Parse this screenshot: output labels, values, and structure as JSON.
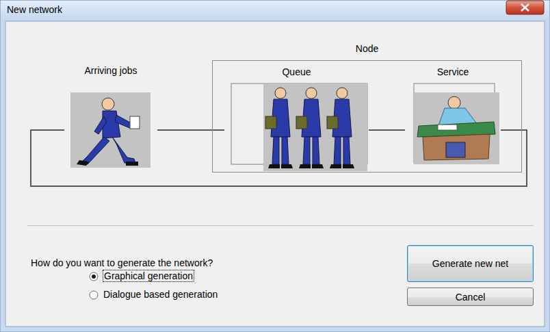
{
  "diagram": {
    "title": "New network",
    "nodes": [
      {
        "text": [
          "Arriving jobs"
        ]
      },
      {
        "text": [
          "Node"
        ]
      },
      {
        "text": [
          "Queue"
        ],
        "in": 1
      },
      {
        "text": [
          "Service"
        ],
        "in": 1
      },
      {
        "text": [
          "Generate new net"
        ]
      },
      {
        "text": [
          "Cancel"
        ]
      }
    ],
    "edges": [
      {
        "from": 0,
        "to": 2,
        "arrow": "none"
      },
      {
        "from": 2,
        "to": 3,
        "arrow": "none"
      },
      {
        "from": 3,
        "to": 0,
        "arrow": "none"
      }
    ],
    "labels": [
      "How do you want to generate the network?",
      "Graphical generation",
      "Dialogue based generation"
    ]
  }
}
